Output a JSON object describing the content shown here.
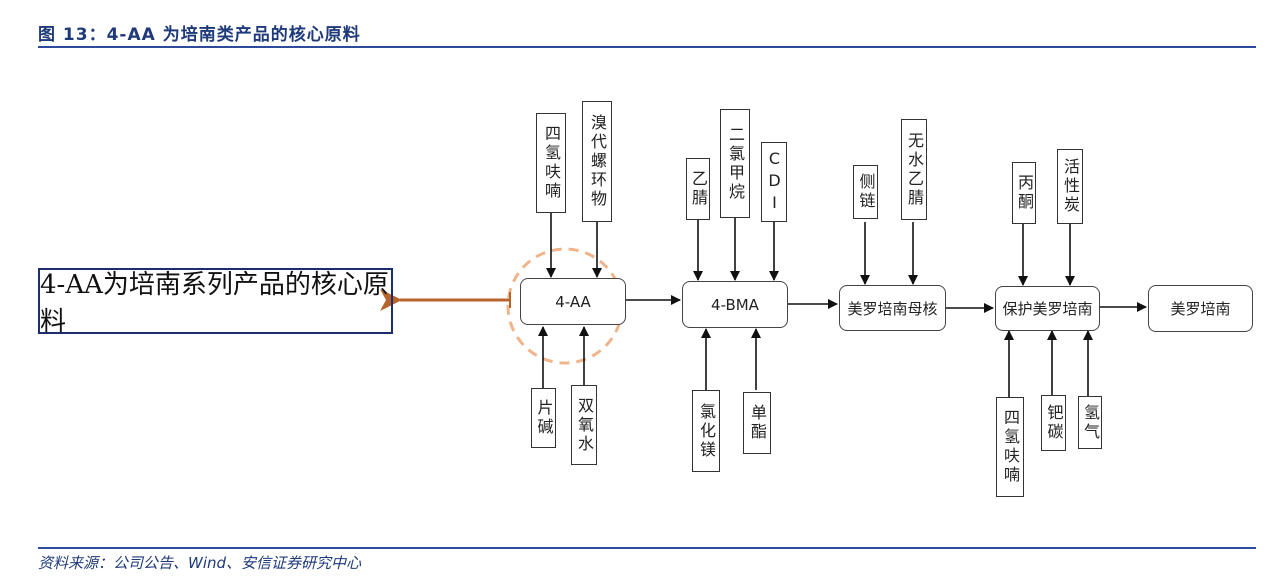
{
  "header": {
    "title": "图 13：4-AA 为培南类产品的核心原料"
  },
  "footer": {
    "source": "资料来源：公司公告、Wind、安信证券研究中心"
  },
  "callout": {
    "text": "4-AA为培南系列产品的核心原料",
    "arrow_color": "#b8632a",
    "highlight_color": "#f0b48a"
  },
  "flow": {
    "nodes": [
      {
        "id": "4aa",
        "label": "4-AA"
      },
      {
        "id": "4bma",
        "label": "4-BMA"
      },
      {
        "id": "core",
        "label": "美罗培南母核"
      },
      {
        "id": "protected",
        "label": "保护美罗培南"
      },
      {
        "id": "final",
        "label": "美罗培南"
      }
    ],
    "inputs": {
      "4aa_top": [
        "四氢呋喃",
        "溴代螺环物"
      ],
      "4aa_bottom": [
        "片碱",
        "双氧水"
      ],
      "4bma_top": [
        "乙腈",
        "二氯甲烷",
        "CDI"
      ],
      "4bma_bottom": [
        "氯化镁",
        "单酯"
      ],
      "core_top": [
        "侧链",
        "无水乙腈"
      ],
      "protected_top": [
        "丙酮",
        "活性炭"
      ],
      "protected_bottom": [
        "四氢呋喃",
        "钯碳",
        "氢气"
      ]
    }
  }
}
